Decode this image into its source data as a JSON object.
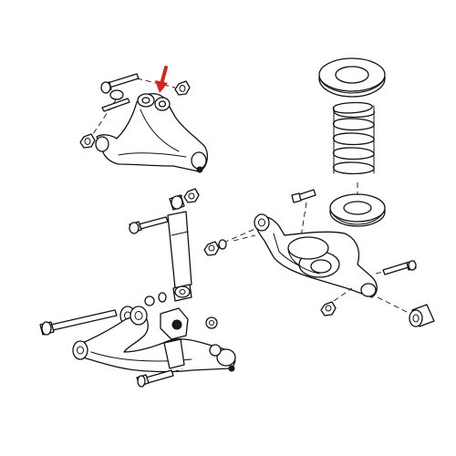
{
  "diagram": {
    "colors": {
      "line": "#111111",
      "background": "#ffffff",
      "callout_arrow": "#d8231f"
    },
    "parts": [
      "upper-control-arm",
      "shock-absorber",
      "coil-spring",
      "spring-upper-seat",
      "spring-lower-seat",
      "lower-control-arm",
      "rear-trailing-arm",
      "bushing"
    ],
    "callout": {
      "icon": "red-arrow-icon",
      "points_to": "upper-control-arm-bushing"
    }
  }
}
